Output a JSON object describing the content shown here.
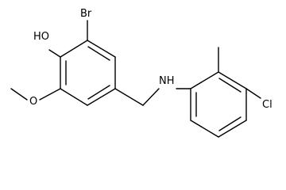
{
  "molecule": {
    "atoms": {
      "bromine": "Br",
      "hydroxyl": "HO",
      "methoxy_oxygen": "O",
      "amine": "NH",
      "chlorine": "Cl"
    }
  },
  "colors": {
    "bond": "#000000",
    "label": "#000000",
    "background": "#ffffff"
  }
}
